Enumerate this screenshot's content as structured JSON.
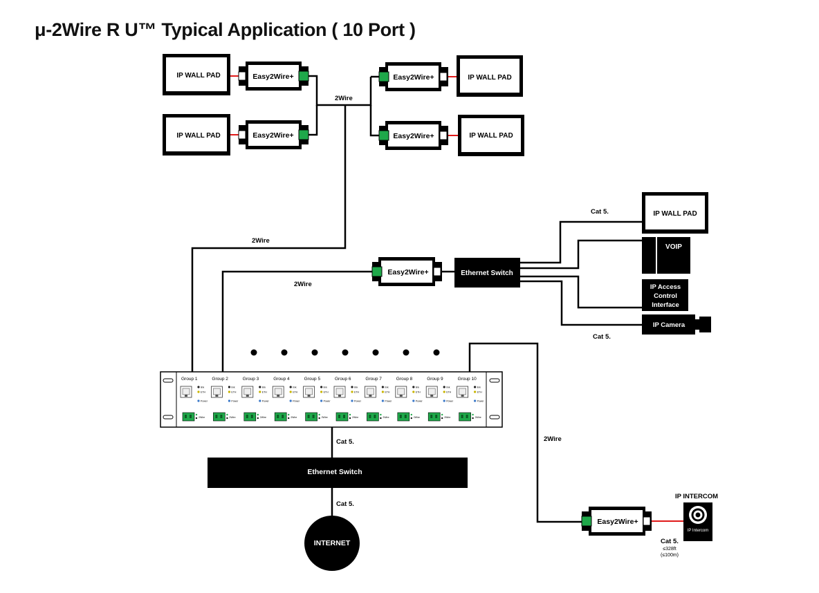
{
  "title": "μ-2Wire R U™ Typical Application ( 10 Port )",
  "devices": {
    "wall_pad": "IP WALL PAD",
    "converter": "Easy2Wire+",
    "ethernet_switch": "Ethernet Switch",
    "voip": "VOIP",
    "access_control_l1": "IP Access",
    "access_control_l2": "Control",
    "access_control_l3": "Interface",
    "camera": "IP Camera",
    "internet": "INTERNET",
    "intercom_title": "IP INTERCOM",
    "intercom_inner": "IP Intercom"
  },
  "links": {
    "two_wire": "2Wire",
    "cat5": "Cat 5.",
    "distance_ft": "≤328ft",
    "distance_m": "(≤100m)"
  },
  "rack": {
    "groups": [
      "Group 1",
      "Group 2",
      "Group 3",
      "Group 4",
      "Group 5",
      "Group 6",
      "Group 7",
      "Group 8",
      "Group 9",
      "Group 10"
    ],
    "led_link": "link",
    "led_eth": "ETH",
    "led_power": "Power",
    "port_2wire": "2Wire"
  },
  "colors": {
    "device_fill": "#000000",
    "terminal_green": "#1fa84a",
    "ethernet_red": "#e01818",
    "line": "#000000"
  }
}
